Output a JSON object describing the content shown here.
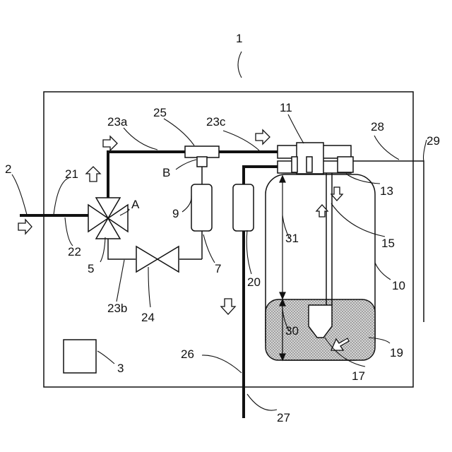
{
  "labels": {
    "system": "1",
    "inlet": "2",
    "controller": "3",
    "valve_5": "5",
    "line_7": "7",
    "filter_9": "9",
    "container_10": "10",
    "head_11": "11",
    "port_13": "13",
    "tube_15": "15",
    "nozzle_17": "17",
    "liquid_19": "19",
    "filter_20": "20",
    "pipe_21": "21",
    "pipe_22": "22",
    "pipe_23a": "23a",
    "pipe_23b": "23b",
    "pipe_23c": "23c",
    "valve_24": "24",
    "tee_25": "25",
    "pipe_26": "26",
    "outlet_27": "27",
    "pipe_28": "28",
    "pipe_29": "29",
    "height_30": "30",
    "height_31": "31",
    "point_a": "A",
    "point_b": "B"
  },
  "colors": {
    "line": "#111111",
    "liquid_fill": "#d4d4d4",
    "background": "#ffffff"
  }
}
